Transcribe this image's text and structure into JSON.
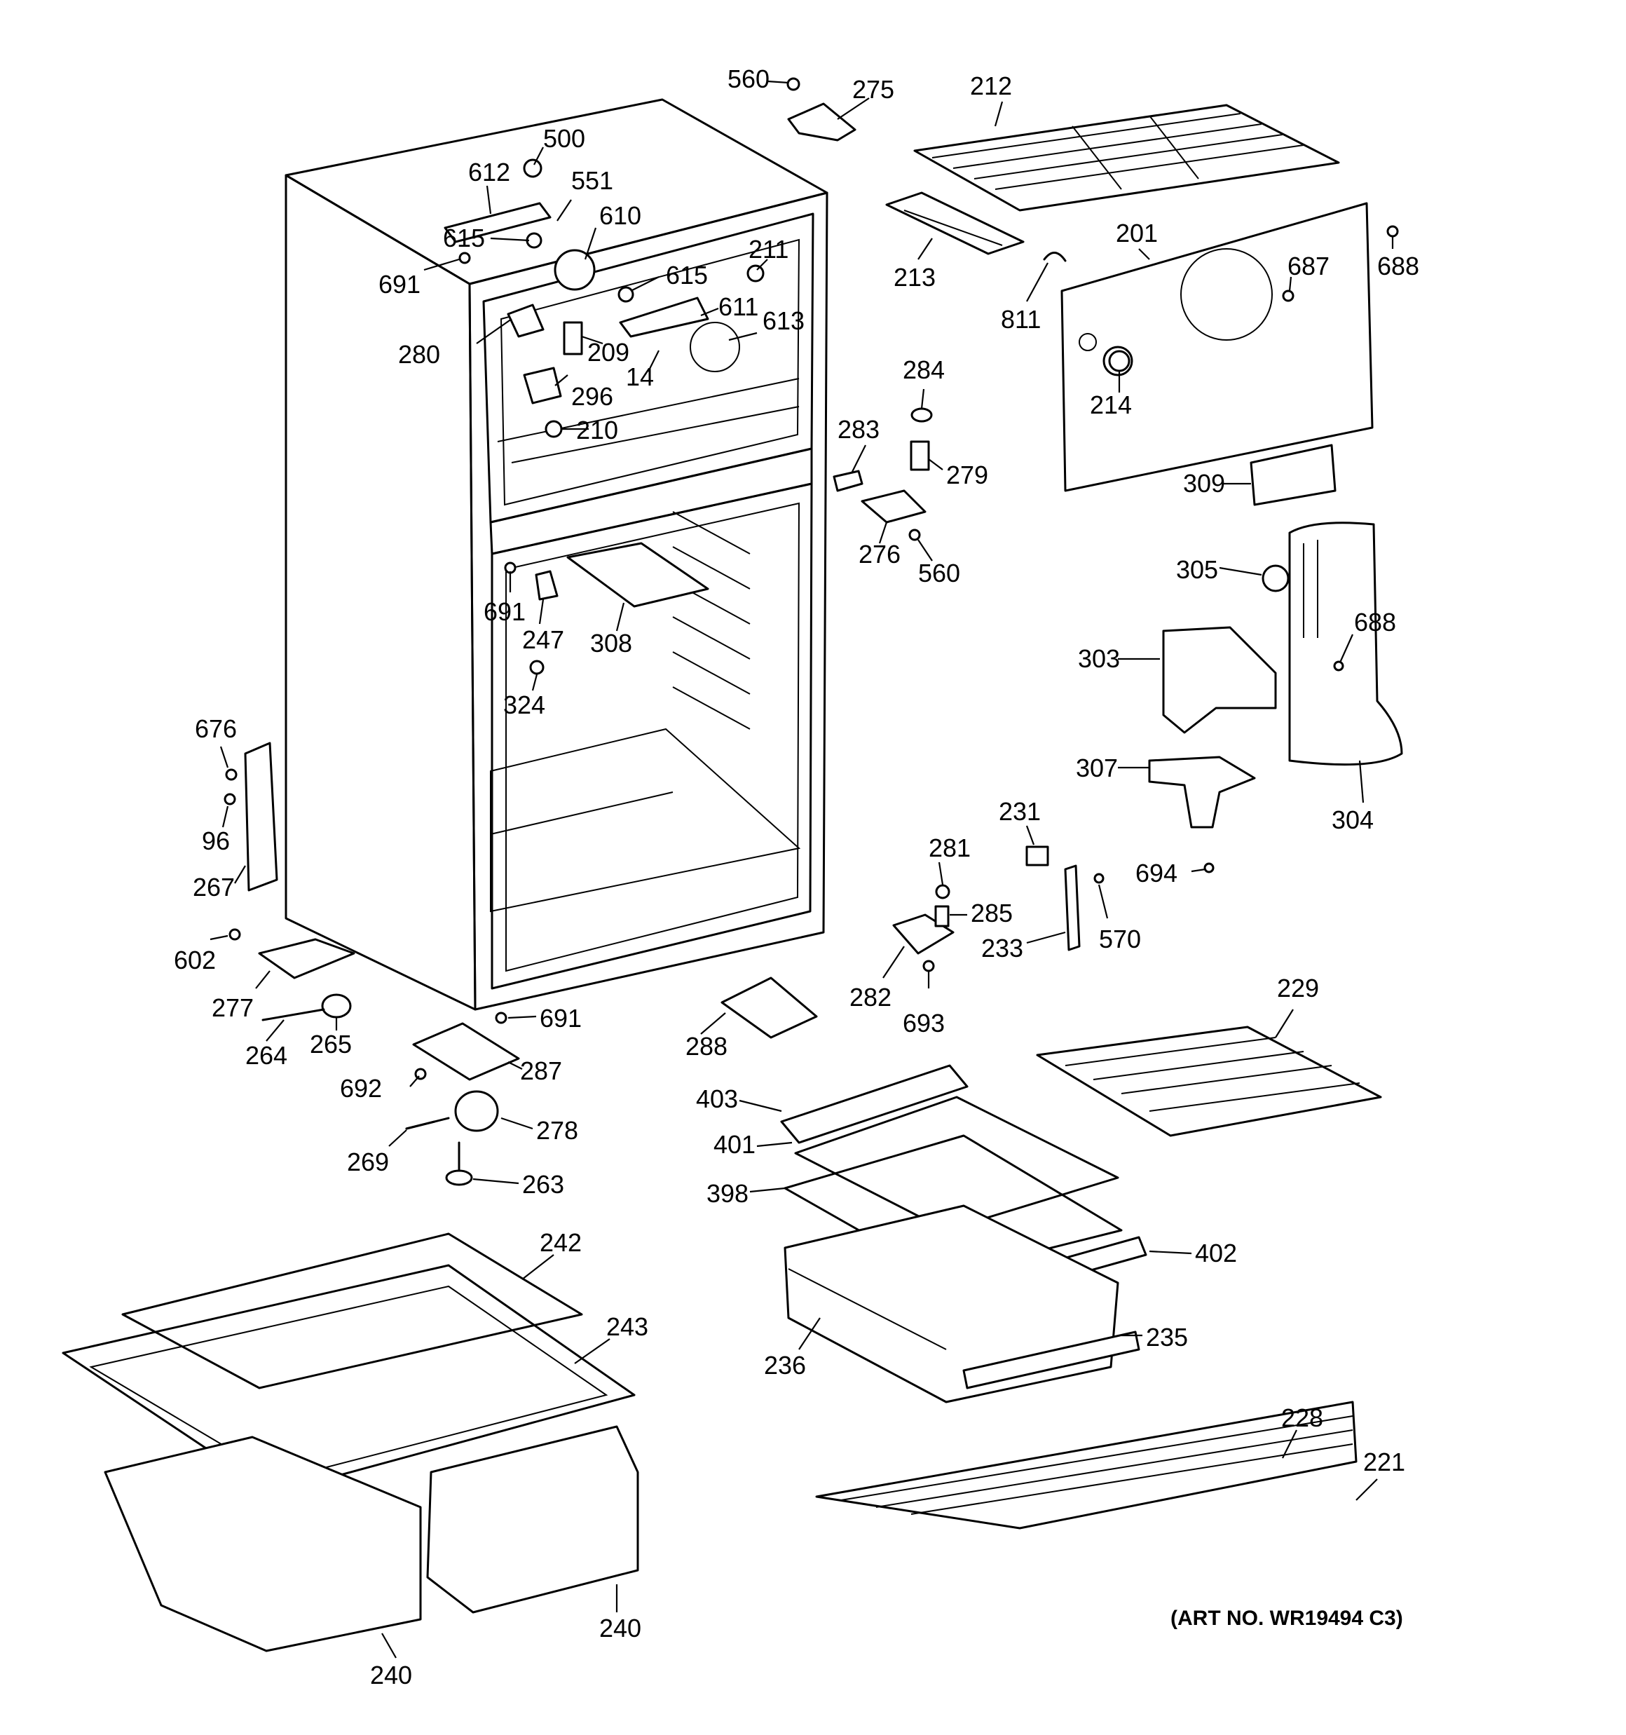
{
  "diagram": {
    "art_number": "(ART NO. WR19494 C3)",
    "callouts": {
      "c560a": "560",
      "c275": "275",
      "c212": "212",
      "c500": "500",
      "c612": "612",
      "c551": "551",
      "c610": "610",
      "c615a": "615",
      "c691a": "691",
      "c211": "211",
      "c615b": "615",
      "c611": "611",
      "c613": "613",
      "c213": "213",
      "c201": "201",
      "c687": "687",
      "c688a": "688",
      "c811": "811",
      "c280": "280",
      "c209": "209",
      "c14": "14",
      "c296": "296",
      "c210": "210",
      "c284": "284",
      "c214": "214",
      "c283": "283",
      "c279": "279",
      "c309": "309",
      "c276": "276",
      "c560b": "560",
      "c305": "305",
      "c688b": "688",
      "c691b": "691",
      "c247": "247",
      "c308": "308",
      "c303": "303",
      "c324": "324",
      "c676": "676",
      "c96": "96",
      "c267": "267",
      "c307": "307",
      "c304": "304",
      "c231": "231",
      "c281": "281",
      "c694": "694",
      "c285": "285",
      "c233": "233",
      "c570": "570",
      "c602": "602",
      "c277": "277",
      "c282": "282",
      "c693": "693",
      "c229": "229",
      "c264": "264",
      "c265": "265",
      "c691c": "691",
      "c288": "288",
      "c287": "287",
      "c692": "692",
      "c403": "403",
      "c401": "401",
      "c278": "278",
      "c269": "269",
      "c263": "263",
      "c398": "398",
      "c242": "242",
      "c402": "402",
      "c243": "243",
      "c235": "235",
      "c236": "236",
      "c228": "228",
      "c221": "221",
      "c240a": "240",
      "c240b": "240"
    }
  }
}
